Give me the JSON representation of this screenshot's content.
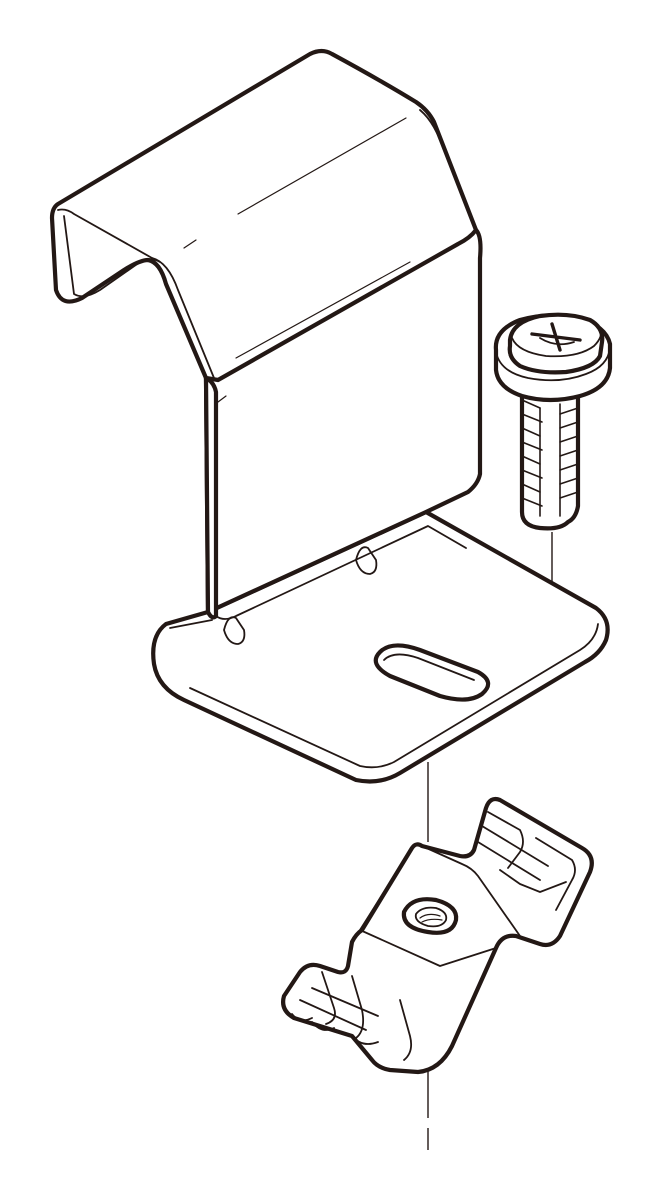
{
  "figure": {
    "line_color": "#231815",
    "background_color": "#ffffff",
    "parts": [
      {
        "icon": "bracket-icon",
        "role": "mounting bracket"
      },
      {
        "icon": "screw-icon",
        "role": "phillips pan-head screw with washer"
      },
      {
        "icon": "clip-nut-icon",
        "role": "clip nut with threaded hole"
      }
    ]
  }
}
